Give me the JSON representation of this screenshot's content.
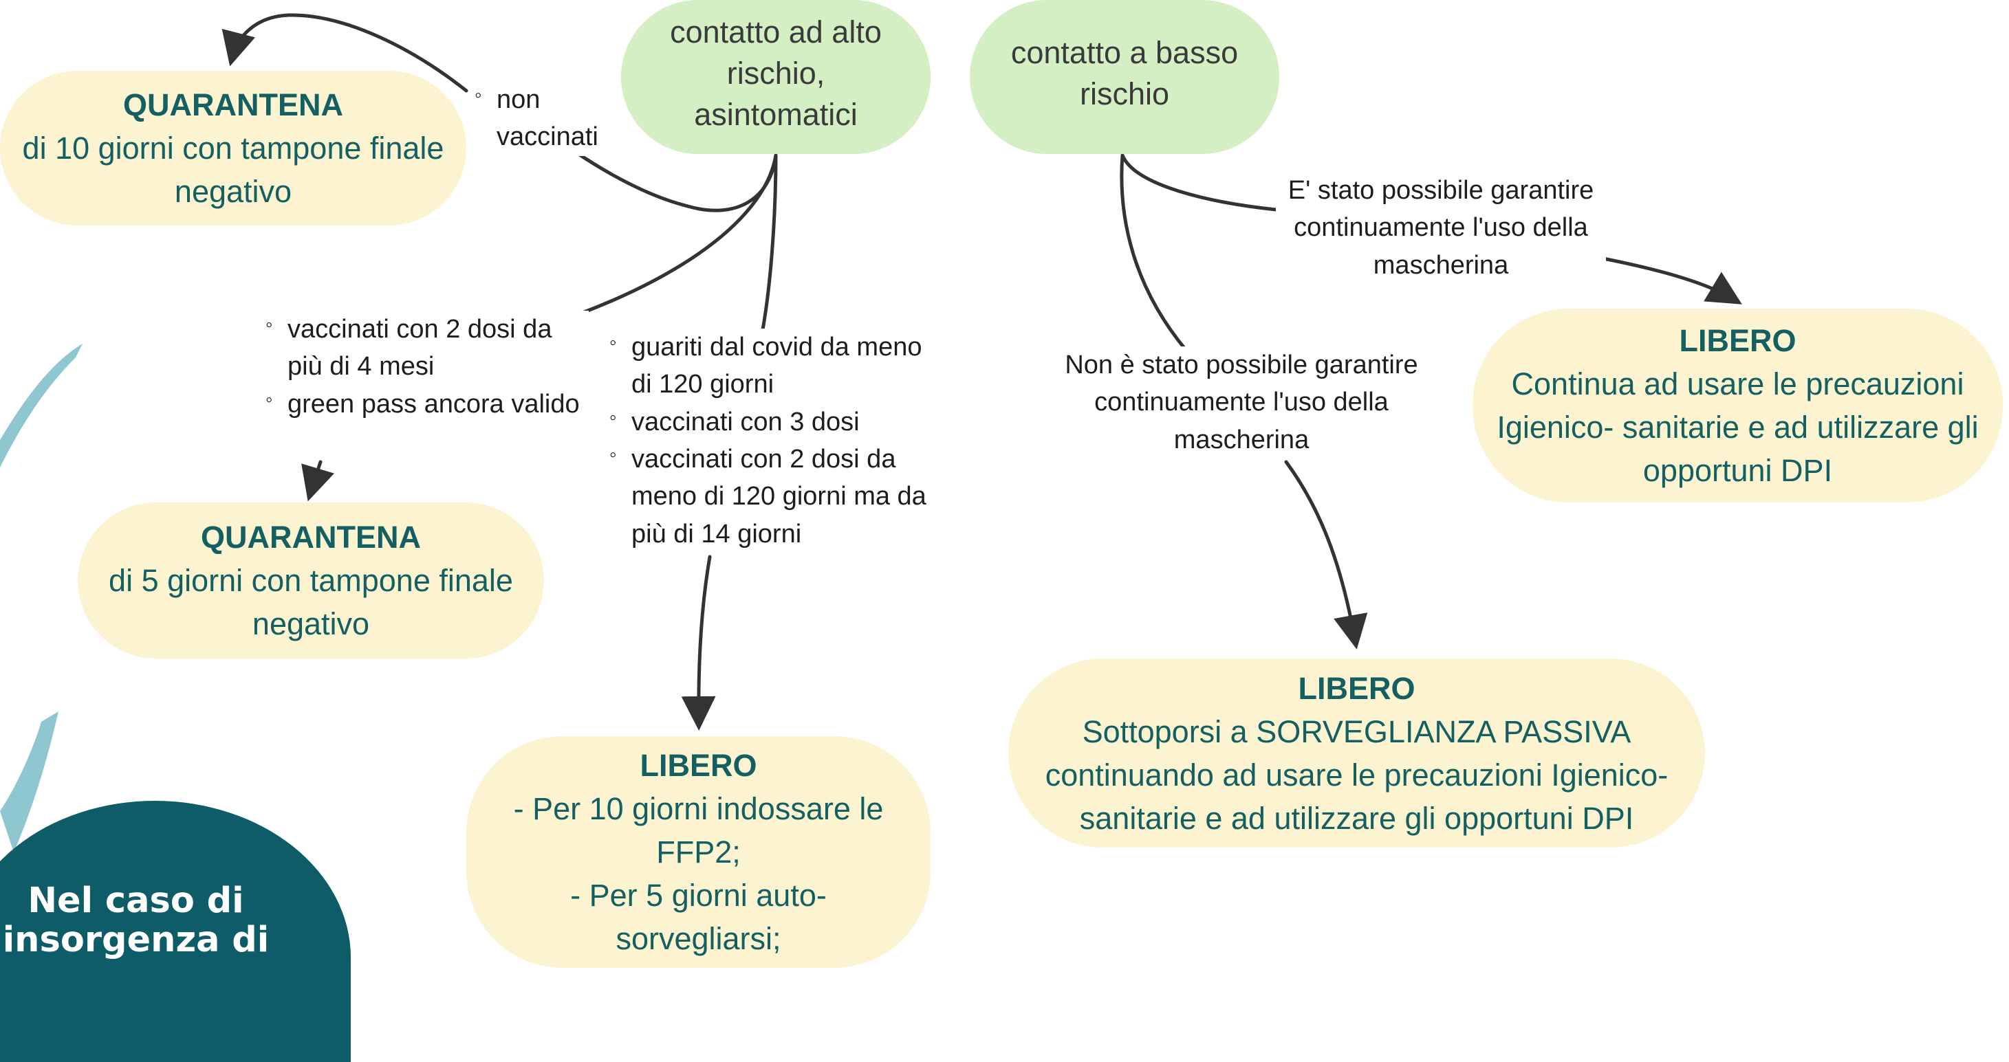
{
  "nodes": {
    "high_risk": "contatto ad alto rischio, asintomatici",
    "low_risk": "contatto a basso rischio",
    "quarantine10": {
      "title": "QUARANTENA",
      "body": "di 10 giorni con tampone finale negativo"
    },
    "quarantine5": {
      "title": "QUARANTENA",
      "body": "di 5 giorni con tampone finale negativo"
    },
    "free_ffp2": {
      "title": "LIBERO",
      "lines": [
        "- Per 10 giorni indossare le FFP2;",
        "- Per 5 giorni auto-sorvegliarsi;"
      ]
    },
    "free_passive": {
      "title": "LIBERO",
      "body": "Sottoporsi a SORVEGLIANZA PASSIVA continuando ad usare le precauzioni Igienico-sanitarie e ad utilizzare gli opportuni DPI"
    },
    "free_continue": {
      "title": "LIBERO",
      "body": "Continua ad usare le precauzioni Igienico- sanitarie e ad utilizzare gli opportuni DPI"
    }
  },
  "edge_labels": {
    "not_vaccinated": "non vaccinati",
    "group_5days": [
      "vaccinati con 2 dosi da più di 4 mesi",
      "green pass ancora valido"
    ],
    "group_free": [
      "guariti dal covid da meno di 120 giorni",
      "vaccinati con 3 dosi",
      "vaccinati con 2 dosi da meno di 120 giorni ma da più di 14 giorni"
    ],
    "mask_not_possible": "Non è stato possibile garantire continuamente l'uso della mascherina",
    "mask_possible": "E' stato possibile garantire continuamente l'uso della mascherina"
  },
  "footer": {
    "text": "Nel caso di insorgenza di"
  },
  "colors": {
    "green_node": "#d4efc3",
    "yellow_node": "#fcf3d0",
    "node_text": "#135f62",
    "corner_bg": "#0d5c67",
    "deco": "#8ec7cf",
    "edge": "#333333"
  }
}
